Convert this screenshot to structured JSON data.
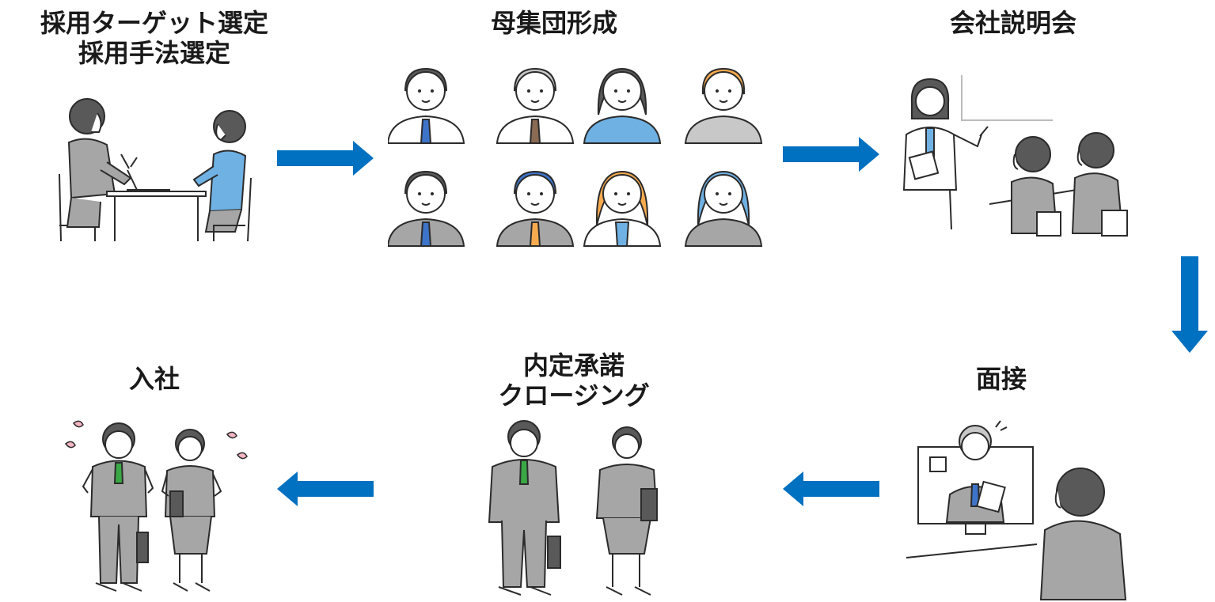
{
  "steps": [
    {
      "id": "targeting",
      "lines": [
        "採用ターゲット選定",
        "採用手法選定"
      ]
    },
    {
      "id": "pool",
      "lines": [
        "母集団形成"
      ]
    },
    {
      "id": "briefing",
      "lines": [
        "会社説明会"
      ]
    },
    {
      "id": "interview",
      "lines": [
        "面接"
      ]
    },
    {
      "id": "offer",
      "lines": [
        "内定承諾",
        "クロージング"
      ]
    },
    {
      "id": "joining",
      "lines": [
        "入社"
      ]
    }
  ],
  "colors": {
    "arrow": "#0070c0",
    "suit": "#a6a6a6",
    "hair": "#595959",
    "blue": "#6fb1e3",
    "orange": "#f7ab4f",
    "outline": "#2b2b2b",
    "skin": "#ffffff",
    "petal": "#f4b6c2"
  },
  "icons": [
    "arrow-right-icon",
    "arrow-down-icon",
    "arrow-left-icon"
  ]
}
